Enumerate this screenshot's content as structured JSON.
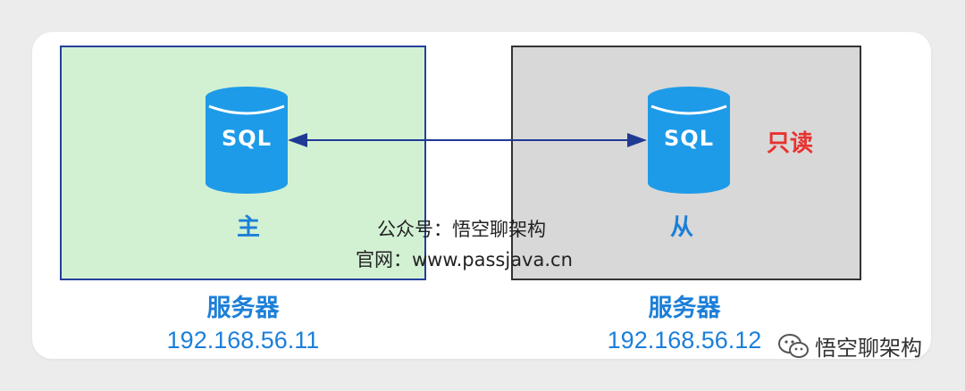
{
  "master": {
    "db_label": "SQL",
    "role_label": "主",
    "server_title": "服务器",
    "server_ip": "192.168.56.11"
  },
  "slave": {
    "db_label": "SQL",
    "role_label": "从",
    "server_title": "服务器",
    "server_ip": "192.168.56.12",
    "mode_label": "只读"
  },
  "watermark": {
    "line1": "公众号：悟空聊架构",
    "line2": "官网：www.passjava.cn"
  },
  "brand": {
    "icon": "wechat-icon",
    "name": "悟空聊架构"
  },
  "colors": {
    "master_fill": "#d2f1d3",
    "slave_fill": "#d8d8d8",
    "db_blue": "#1e9be8",
    "accent_blue": "#1c7fd8",
    "arrow": "#1f3a93",
    "readonly_red": "#e8322f"
  }
}
